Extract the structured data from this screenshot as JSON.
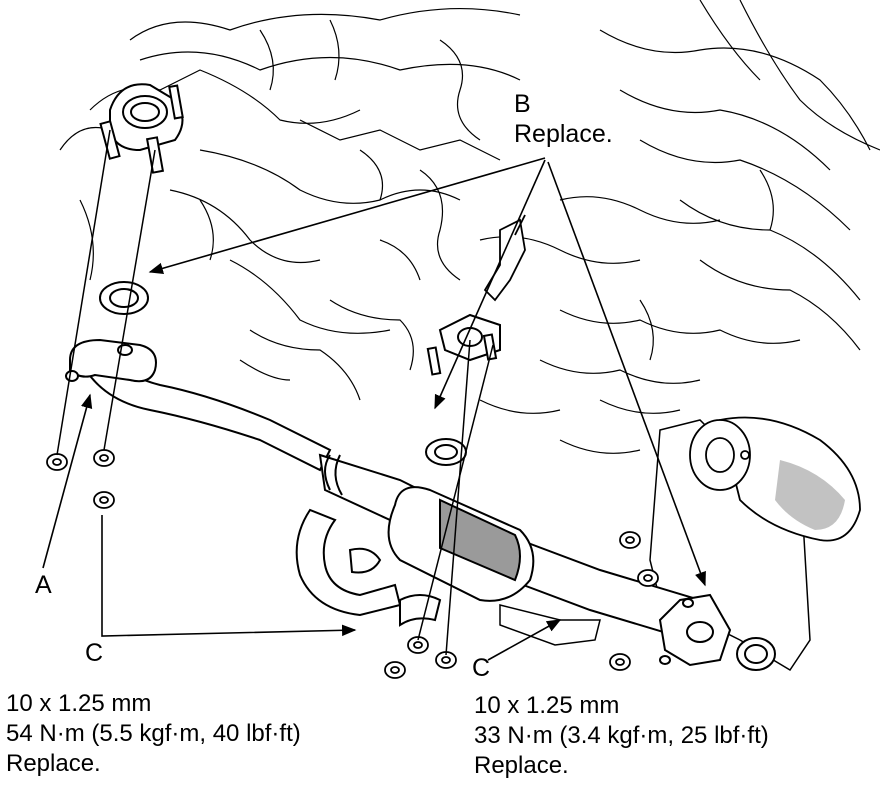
{
  "callouts": {
    "b_letter": "B",
    "b_text": "Replace.",
    "a_letter": "A",
    "c_letter_left": "C",
    "c_letter_right": "C"
  },
  "specs": {
    "left": {
      "line1": "10 x 1.25 mm",
      "line2": "54 N·m (5.5 kgf·m, 40 lbf·ft)",
      "line3": "Replace."
    },
    "right": {
      "line1": "10 x 1.25 mm",
      "line2": "33 N·m (3.4 kgf·m, 25 lbf·ft)",
      "line3": "Replace."
    }
  },
  "colors": {
    "line": "#000000",
    "background": "#ffffff",
    "shade": "#9a9a9a"
  }
}
